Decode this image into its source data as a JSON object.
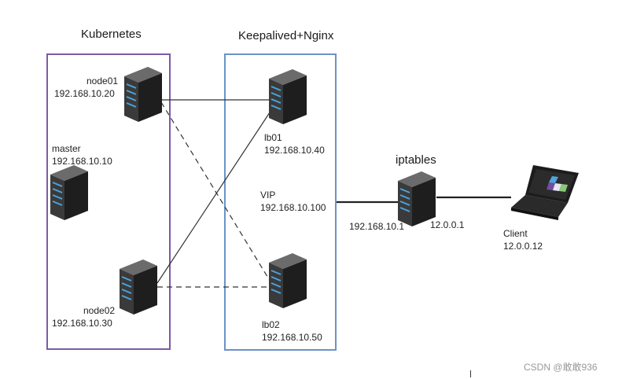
{
  "groups": {
    "kubernetes": {
      "title": "Kubernetes",
      "border_color": "#7b5aa6"
    },
    "keepalived": {
      "title": "Keepalived+Nginx",
      "border_color": "#6a93c9"
    },
    "iptables": {
      "title": "iptables"
    }
  },
  "nodes": {
    "node01": {
      "name": "node01",
      "ip": "192.168.10.20"
    },
    "master": {
      "name": "master",
      "ip": "192.168.10.10"
    },
    "node02": {
      "name": "node02",
      "ip": "192.168.10.30"
    },
    "lb01": {
      "name": "lb01",
      "ip": "192.168.10.40"
    },
    "vip": {
      "name": "VIP",
      "ip": "192.168.10.100"
    },
    "lb02": {
      "name": "lb02",
      "ip": "192.168.10.50"
    },
    "iptables_in": {
      "ip": "192.168.10.1"
    },
    "iptables_out": {
      "ip": "12.0.0.1"
    },
    "client": {
      "name": "Client",
      "ip": "12.0.0.12"
    }
  },
  "links": [
    {
      "from": "node01",
      "to": "lb01",
      "style": "solid"
    },
    {
      "from": "node01",
      "to": "lb02",
      "style": "dashed"
    },
    {
      "from": "node02",
      "to": "lb01",
      "style": "solid"
    },
    {
      "from": "node02",
      "to": "lb02",
      "style": "dashed"
    },
    {
      "from": "vip",
      "to": "iptables",
      "style": "solid"
    },
    {
      "from": "iptables",
      "to": "client",
      "style": "solid"
    }
  ],
  "watermark": "CSDN @敢敢936"
}
